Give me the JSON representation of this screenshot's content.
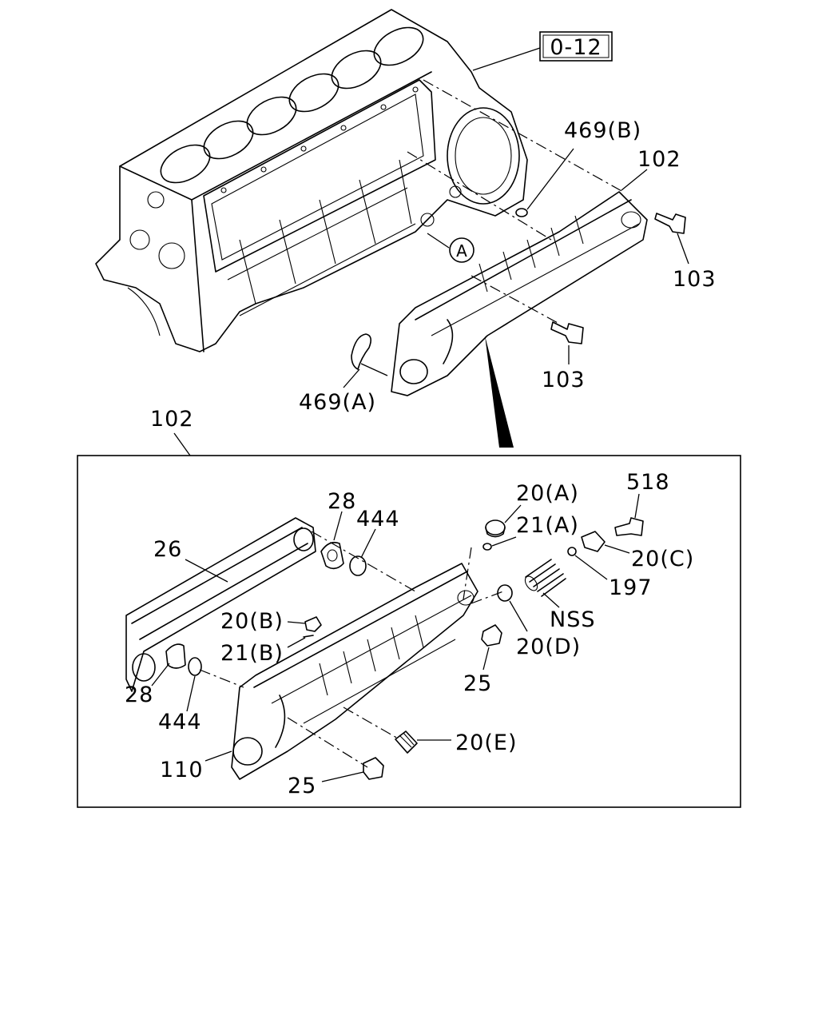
{
  "ref_box": "0-12",
  "callout_circle": "A",
  "labels": {
    "p469b": "469(B)",
    "p102_top": "102",
    "p103_upper": "103",
    "p103_lower": "103",
    "p469a": "469(A)",
    "p102_detail": "102",
    "p518": "518",
    "p20a": "20(A)",
    "p21a": "21(A)",
    "p28_upper": "28",
    "p444_upper": "444",
    "p26": "26",
    "p20c": "20(C)",
    "p197": "197",
    "pnss": "NSS",
    "p20b": "20(B)",
    "p21b": "21(B)",
    "p20d": "20(D)",
    "p25_right": "25",
    "p28_lower": "28",
    "p444_lower": "444",
    "p20e": "20(E)",
    "p110": "110",
    "p25_bottom": "25"
  }
}
